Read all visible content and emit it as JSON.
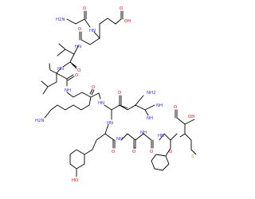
{
  "colors": {
    "carbon": "#000000",
    "nitrogen": "#3333ff",
    "oxygen": "#ff0d0d",
    "sulfur": "#b8a400",
    "background": "#ffffff"
  },
  "atoms": {
    "gly1_nh2": "H2N",
    "gly1_o": "O",
    "glu_nh": "HN",
    "glu_oh": "OH",
    "glu_o": "O",
    "glu_side_o": "O",
    "val_nh": "HN",
    "val_o": "O",
    "leu_nh": "HN",
    "leu_o": "O",
    "gly2_nh": "NH",
    "lys_nh2": "H2N",
    "lys_o": "O",
    "lys_nh": "HN",
    "arg_nh2": "NH2",
    "arg_nh_imine": "NH",
    "arg_nh": "NH",
    "arg_o": "O",
    "tyr_nh": "HN",
    "tyr_o": "O",
    "gly3_nh": "NH",
    "gly3_o": "O",
    "gly4_nh": "NH",
    "gly4_o": "O",
    "tyr_oh": "HO",
    "phe_nh": "HN",
    "phe_o": "O",
    "met_oh": "OH",
    "met_o": "O",
    "met_s": "S"
  }
}
